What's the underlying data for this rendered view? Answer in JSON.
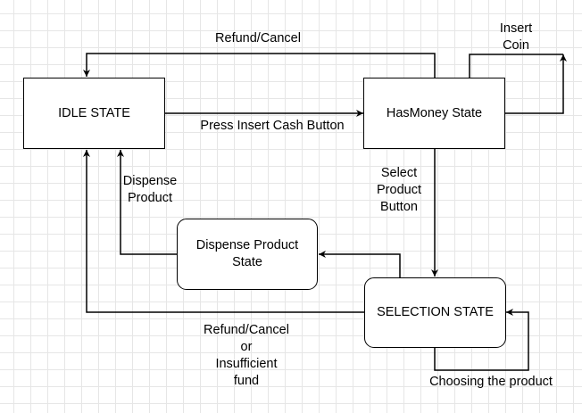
{
  "nodes": {
    "idle": "IDLE STATE",
    "has_money": "HasMoney State",
    "dispense": [
      "Dispense Product",
      "State"
    ],
    "selection": "SELECTION STATE"
  },
  "edges": {
    "refund_cancel_top": "Refund/Cancel",
    "insert_coin": [
      "Insert",
      "Coin"
    ],
    "press_insert_cash": "Press Insert Cash Button",
    "select_product": [
      "Select",
      "Product",
      "Button"
    ],
    "dispense_product": [
      "Dispense",
      "Product"
    ],
    "refund_insufficient": [
      "Refund/Cancel",
      "or",
      "Insufficient",
      "fund"
    ],
    "choosing_product": "Choosing the product"
  }
}
